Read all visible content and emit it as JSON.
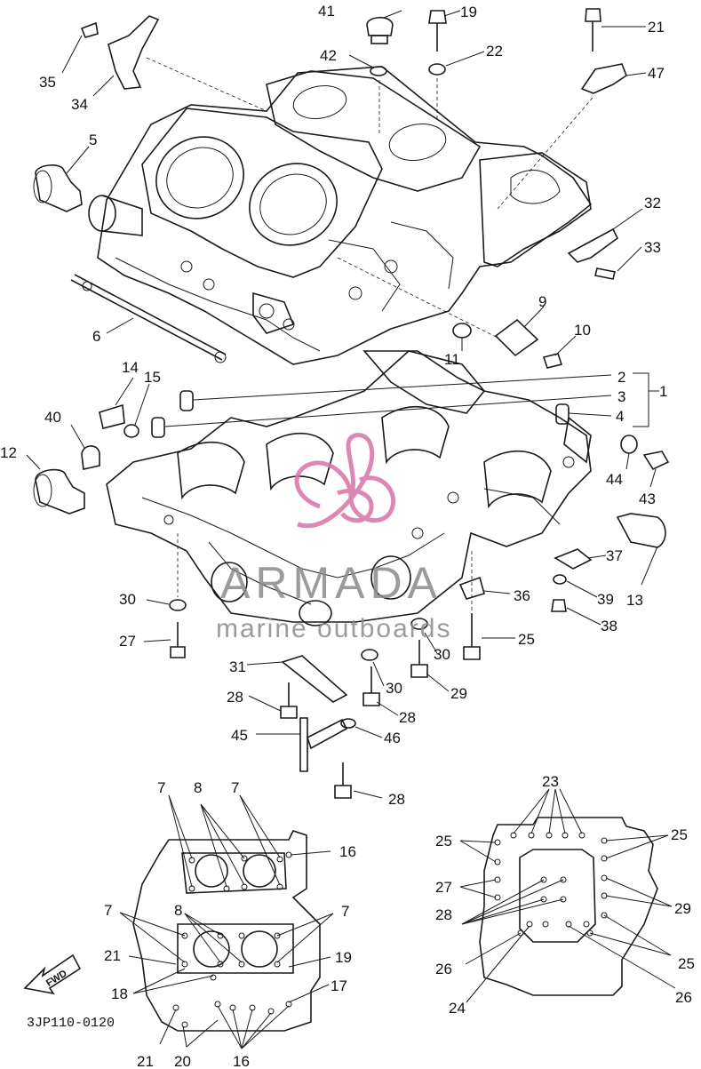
{
  "diagram": {
    "code": "3JP110-0120",
    "fwd_label": "FWD",
    "watermark": {
      "brand": "ARMADA",
      "tagline": "marine outboards",
      "brand_color": "#8a8a8a",
      "logo_color": "#d873a8"
    },
    "callouts": {
      "c41": "41",
      "c19": "19",
      "c21": "21",
      "c35": "35",
      "c34": "34",
      "c42": "42",
      "c22": "22",
      "c47": "47",
      "c5": "5",
      "c32": "32",
      "c33": "33",
      "c9": "9",
      "c6": "6",
      "c10": "10",
      "c11": "11",
      "c14": "14",
      "c15": "15",
      "c2": "2",
      "c3": "3",
      "c1": "1",
      "c4": "4",
      "c40": "40",
      "c12": "12",
      "c44": "44",
      "c43": "43",
      "c13": "13",
      "c37": "37",
      "c36": "36",
      "c39": "39",
      "c30a": "30",
      "c38": "38",
      "c27": "27",
      "c25": "25",
      "c30b": "30",
      "c31": "31",
      "c30c": "30",
      "c29": "29",
      "c28a": "28",
      "c28b": "28",
      "c45": "45",
      "c46": "46",
      "c28c": "28"
    },
    "top_view": {
      "c7a": "7",
      "c8a": "8",
      "c7b": "7",
      "c16a": "16",
      "c7c": "7",
      "c8b": "8",
      "c7d": "7",
      "c21a": "21",
      "c19": "19",
      "c18": "18",
      "c17": "17",
      "c21b": "21",
      "c20": "20",
      "c16b": "16"
    },
    "bottom_view": {
      "c23": "23",
      "c25a": "25",
      "c25b": "25",
      "c27": "27",
      "c29": "29",
      "c28": "28",
      "c26a": "26",
      "c25c": "25",
      "c24": "24",
      "c26b": "26"
    }
  }
}
